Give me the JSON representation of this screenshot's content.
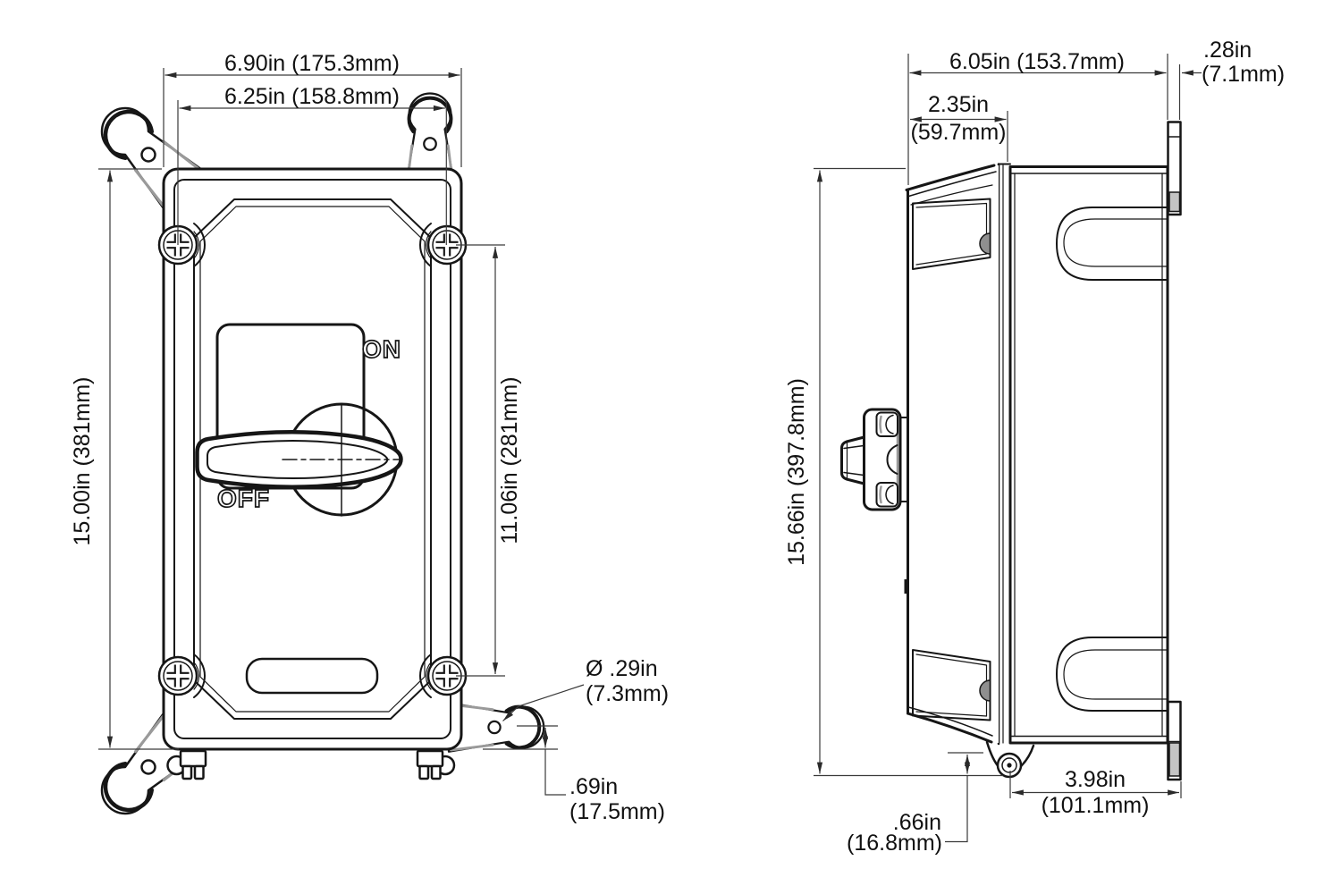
{
  "drawing": {
    "background_color": "#ffffff",
    "line_color": "#161616",
    "shade_color": "#9a9a9a",
    "front_view": {
      "switch_label_on": "ON",
      "switch_label_off": "OFF",
      "dim_overall_width": "6.90in (175.3mm)",
      "dim_hole_span_width": "6.25in (158.8mm)",
      "dim_overall_height": "15.00in (381mm)",
      "dim_screw_span_height": "11.06in (281mm)",
      "dim_hole_diameter_line1": "Ø .29in",
      "dim_hole_diameter_line2": "(7.3mm)",
      "dim_tab_offset_line1": ".69in",
      "dim_tab_offset_line2": "(17.5mm)"
    },
    "side_view": {
      "dim_overall_depth": "6.05in (153.7mm)",
      "dim_cover_depth_line1": "2.35in",
      "dim_cover_depth_line2": "(59.7mm)",
      "dim_flange_thickness_line1": ".28in",
      "dim_flange_thickness_line2": "(7.1mm)",
      "dim_overall_height": "15.66in (397.8mm)",
      "dim_foot_offset_line1": ".66in",
      "dim_foot_offset_line2": "(16.8mm)",
      "dim_flange_span_line1": "3.98in",
      "dim_flange_span_line2": "(101.1mm)"
    }
  }
}
